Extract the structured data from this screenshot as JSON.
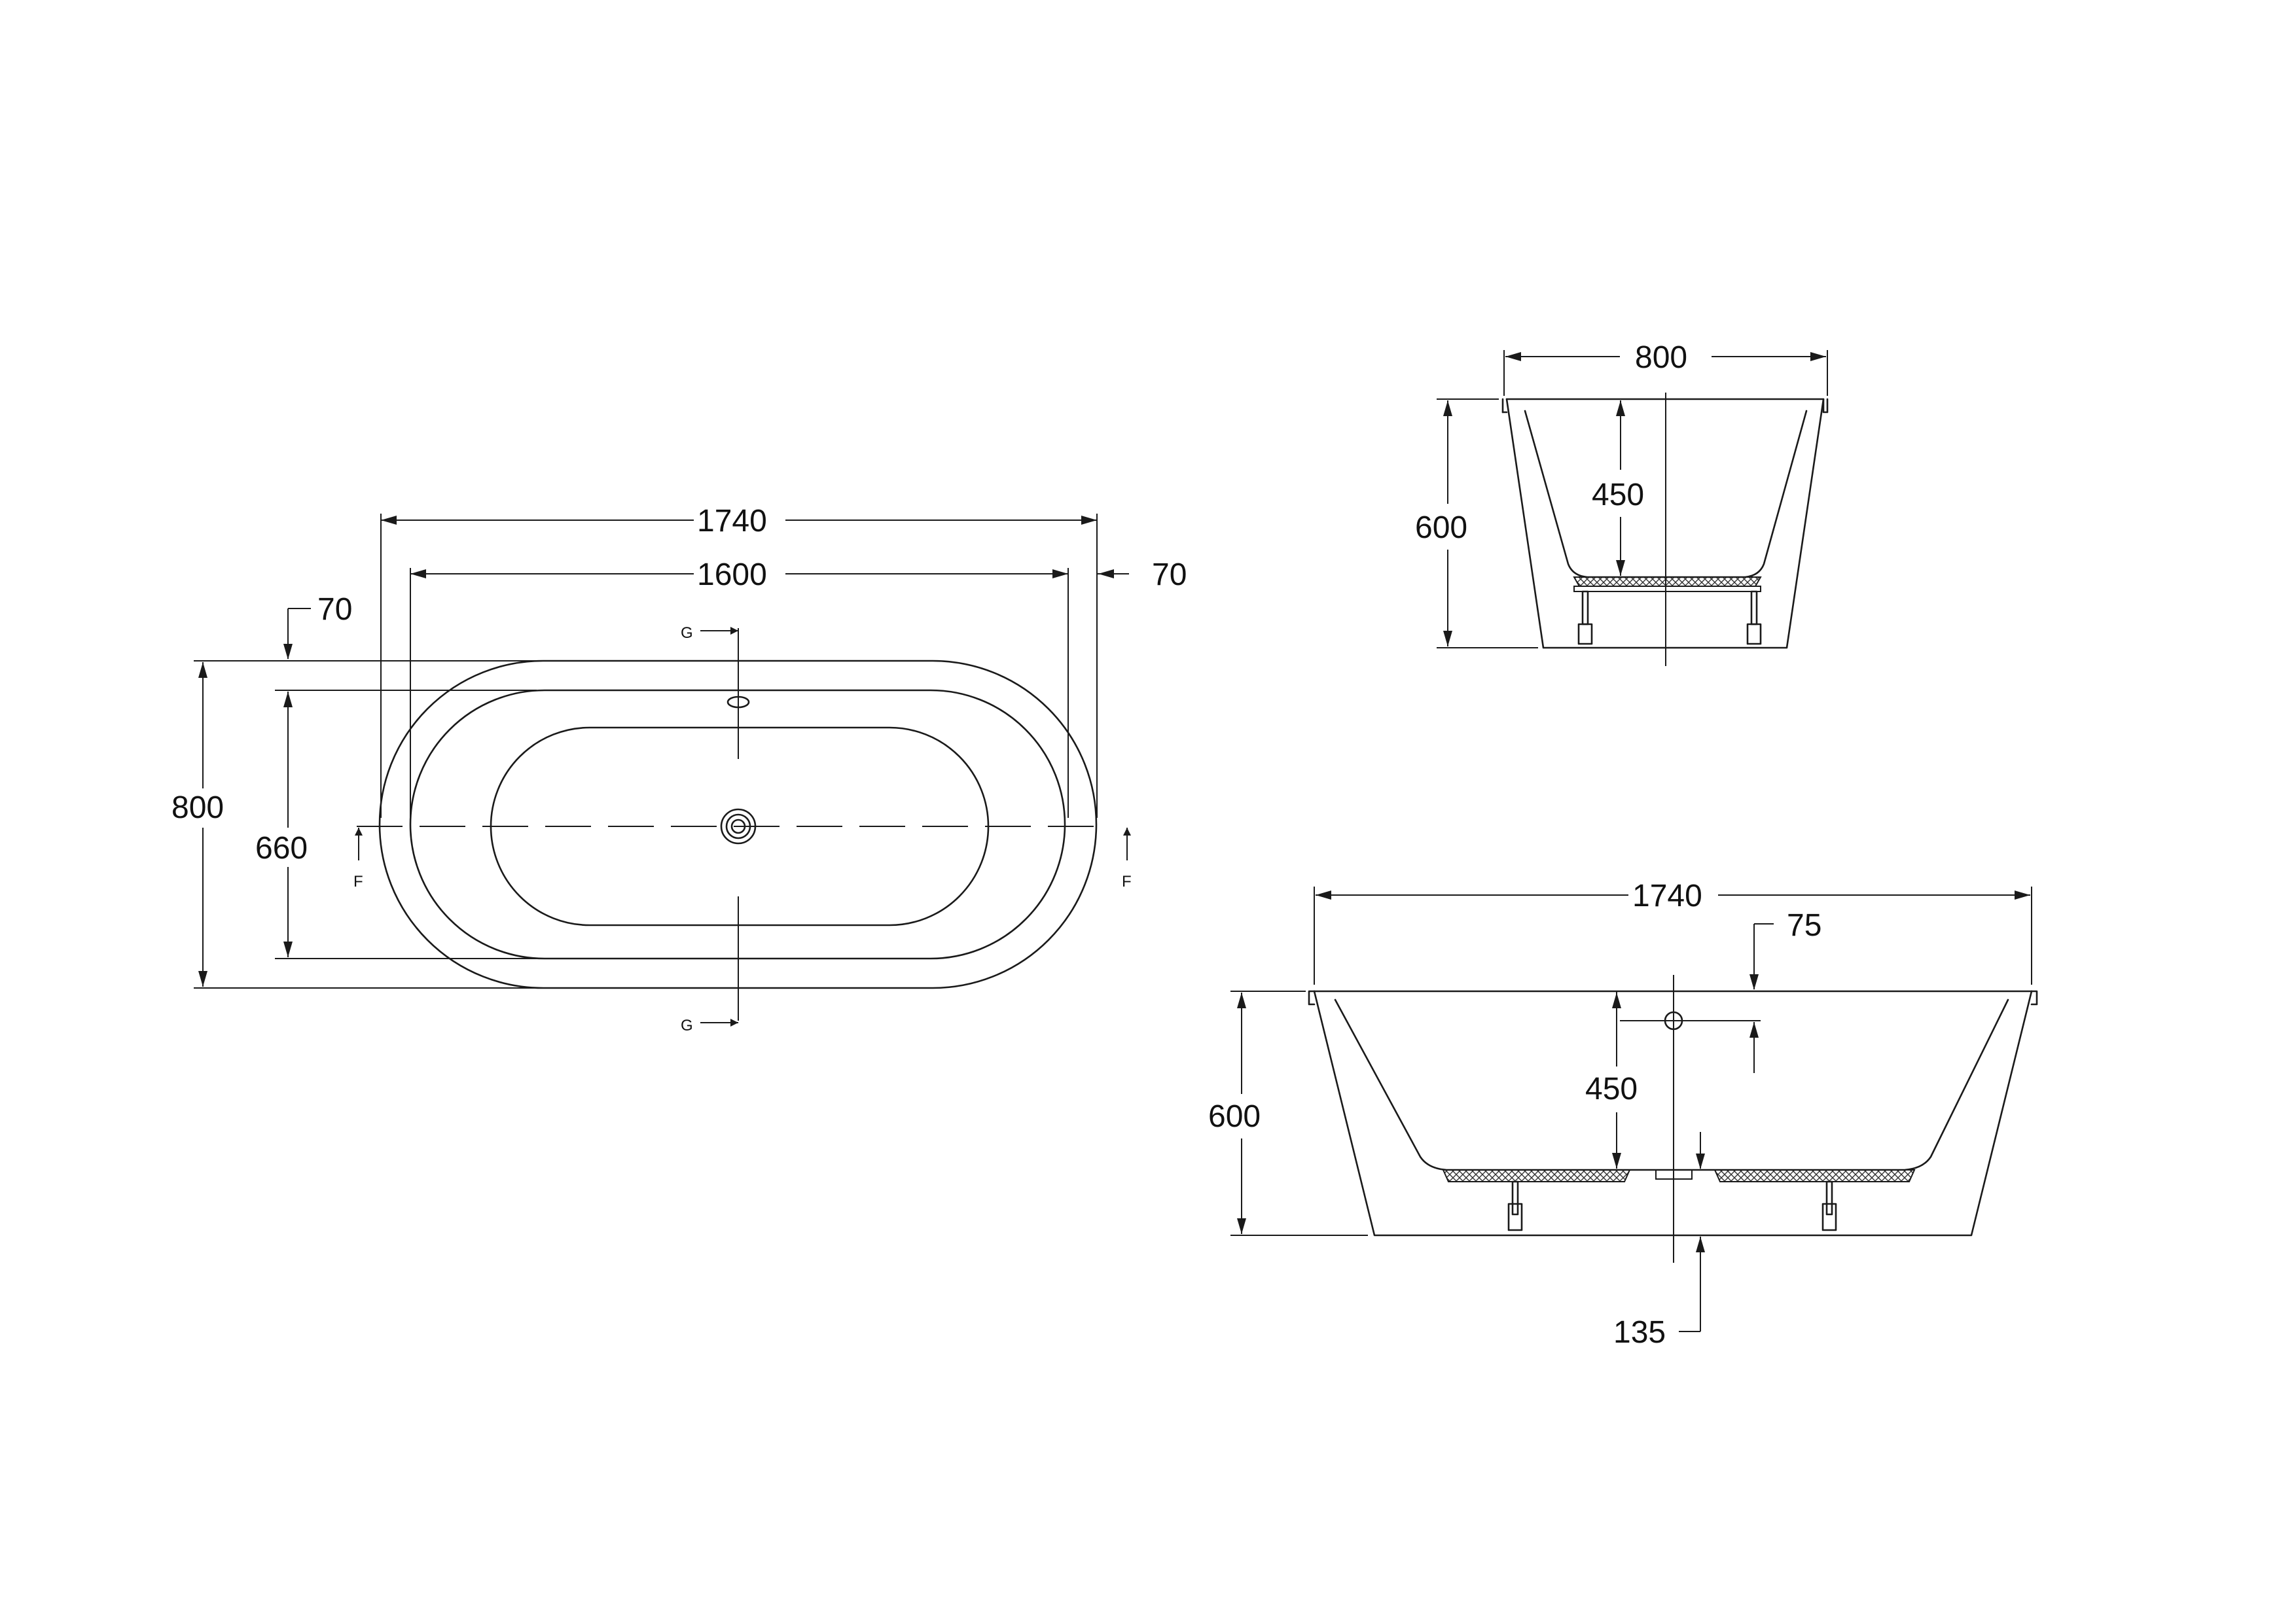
{
  "top_view": {
    "dim_overall_length": "1740",
    "dim_inner_length": "1600",
    "dim_rim_right": "70",
    "dim_rim_top": "70",
    "dim_overall_width": "800",
    "dim_inner_width": "660",
    "section_label_g_top": "G",
    "section_label_g_bottom": "G",
    "section_label_f_left": "F",
    "section_label_f_right": "F"
  },
  "end_section": {
    "dim_width": "800",
    "dim_height": "600",
    "dim_inner_depth": "450"
  },
  "side_section": {
    "dim_length": "1740",
    "dim_overflow_offset": "75",
    "dim_height": "600",
    "dim_inner_depth": "450",
    "dim_drain_offset": "135"
  }
}
